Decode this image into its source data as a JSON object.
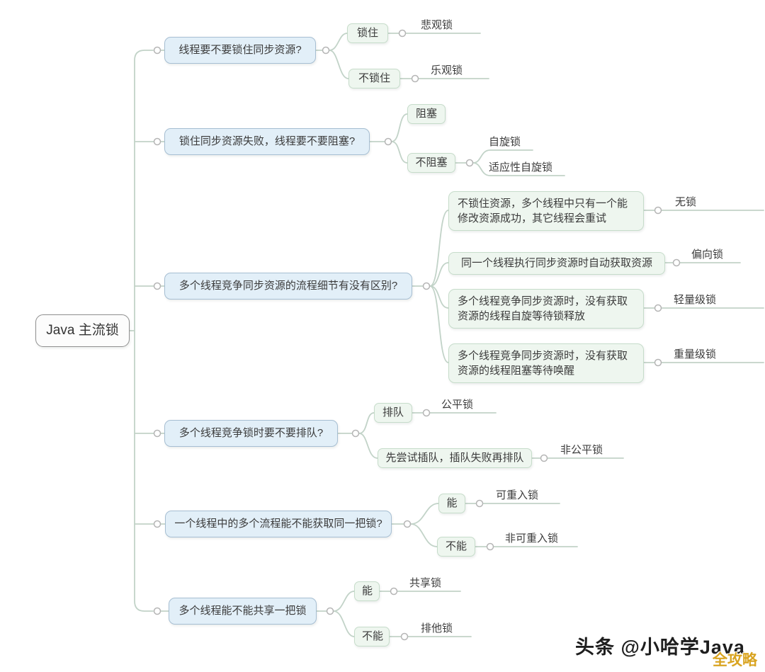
{
  "root": {
    "label": "Java 主流锁"
  },
  "branches": [
    {
      "question": "线程要不要锁住同步资源?",
      "options": [
        {
          "label": "锁住",
          "leaves": [
            "悲观锁"
          ]
        },
        {
          "label": "不锁住",
          "leaves": [
            "乐观锁"
          ]
        }
      ]
    },
    {
      "question": "锁住同步资源失败，线程要不要阻塞?",
      "options": [
        {
          "label": "阻塞",
          "leaves": []
        },
        {
          "label": "不阻塞",
          "leaves": [
            "自旋锁",
            "适应性自旋锁"
          ]
        }
      ]
    },
    {
      "question": "多个线程竞争同步资源的流程细节有没有区别?",
      "options": [
        {
          "label": "不锁住资源，多个线程中只有一个能修改资源成功，其它线程会重试",
          "leaves": [
            "无锁"
          ]
        },
        {
          "label": "同一个线程执行同步资源时自动获取资源",
          "leaves": [
            "偏向锁"
          ]
        },
        {
          "label": "多个线程竞争同步资源时，没有获取资源的线程自旋等待锁释放",
          "leaves": [
            "轻量级锁"
          ]
        },
        {
          "label": "多个线程竞争同步资源时，没有获取资源的线程阻塞等待唤醒",
          "leaves": [
            "重量级锁"
          ]
        }
      ]
    },
    {
      "question": "多个线程竞争锁时要不要排队?",
      "options": [
        {
          "label": "排队",
          "leaves": [
            "公平锁"
          ]
        },
        {
          "label": "先尝试插队，插队失败再排队",
          "leaves": [
            "非公平锁"
          ]
        }
      ]
    },
    {
      "question": "一个线程中的多个流程能不能获取同一把锁?",
      "options": [
        {
          "label": "能",
          "leaves": [
            "可重入锁"
          ]
        },
        {
          "label": "不能",
          "leaves": [
            "非可重入锁"
          ]
        }
      ]
    },
    {
      "question": "多个线程能不能共享一把锁",
      "options": [
        {
          "label": "能",
          "leaves": [
            "共享锁"
          ]
        },
        {
          "label": "不能",
          "leaves": [
            "排他锁"
          ]
        }
      ]
    }
  ],
  "watermark": {
    "credit": "头条 @小哈学Java",
    "badge": "全攻略"
  },
  "colors": {
    "question_fill": "#e2eff8",
    "question_border": "#a6bed2",
    "option_fill": "#eef6ef",
    "option_border": "#c6dcca",
    "connector_line": "#c2d3c8",
    "junction_dot_stroke": "#b5b5b5",
    "text": "#3b3b3b",
    "badge_gold": "#d9a421"
  }
}
